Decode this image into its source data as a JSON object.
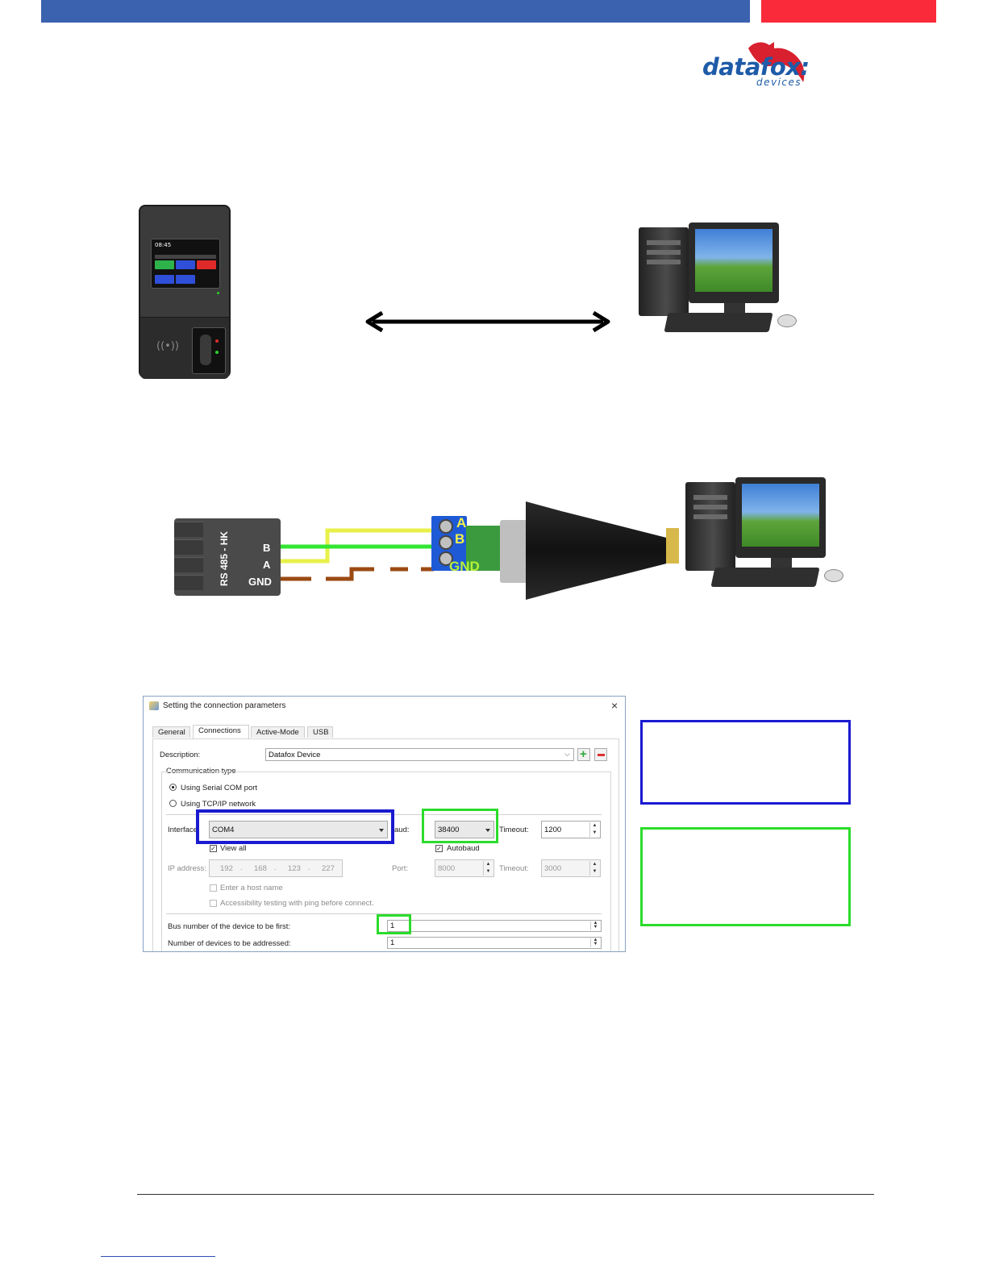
{
  "header": {
    "blue_color": "#3a62ae",
    "red_color": "#fa2a3a"
  },
  "logo": {
    "word": "datafox:",
    "sub": "devices"
  },
  "terminal": {
    "time": "08:45",
    "rfid_icon": "contactless-icon",
    "tile_colors": [
      "#2db34a",
      "#2f4fd8",
      "#e02a2a",
      "#2f4fd8",
      "#2f4fd8"
    ]
  },
  "link_arrow": "double-headed-arrow-icon",
  "connector": {
    "vertical_label": "RS 485 - HK",
    "pins": [
      "B",
      "A",
      "GND"
    ]
  },
  "adapter": {
    "labels": [
      "A",
      "B",
      "GND"
    ]
  },
  "wires": {
    "b_color": "#33e633",
    "a_color": "#e8f04a",
    "gnd_color": "#9a4a12"
  },
  "dialog": {
    "title": "Setting the connection parameters",
    "close": "×",
    "tabs": [
      "General",
      "Connections",
      "Active-Mode",
      "USB"
    ],
    "active_tab": "Connections",
    "description_label": "Description:",
    "description_value": "Datafox Device",
    "comm_type_label": "Communication type",
    "radio_serial": "Using Serial COM port",
    "radio_tcp": "Using TCP/IP network",
    "interface_label": "Interface",
    "interface_value": "COM4",
    "baud_label": "aud:",
    "baud_value": "38400",
    "timeout_label": "Timeout:",
    "timeout_value": "1200",
    "view_all": "View all",
    "autobaud": "Autobaud",
    "ip_label": "IP address:",
    "ip": [
      "192",
      "168",
      "123",
      "227"
    ],
    "port_label": "Port:",
    "port_value": "8000",
    "timeout2_label": "Timeout:",
    "timeout2_value": "3000",
    "host_name": "Enter a host name",
    "ping": "Accessibility testing with ping before connect.",
    "bus_label": "Bus number of the device to be first:",
    "bus_value": "1",
    "count_label": "Number of devices to be addressed:",
    "count_value": "1"
  },
  "highlight_colors": {
    "blue": "#1a1ad0",
    "green": "#2bdc2b"
  }
}
